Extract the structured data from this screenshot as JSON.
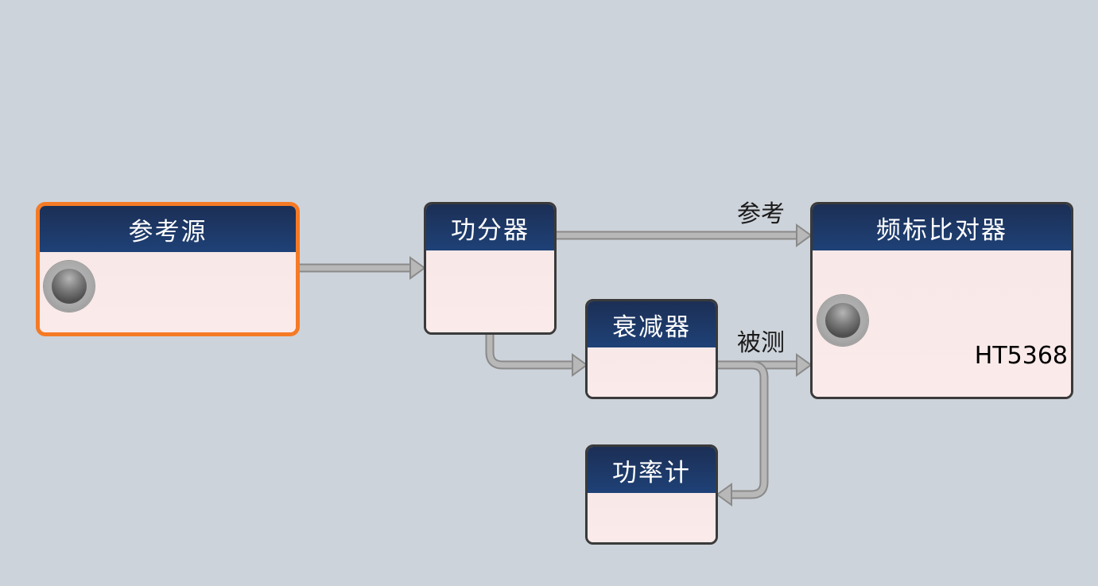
{
  "nodes": {
    "ref_source": {
      "title": "参考源",
      "status_icon": "status-led-icon",
      "selected": true,
      "selection_color": "#f57a25"
    },
    "splitter": {
      "title": "功分器"
    },
    "attenuator": {
      "title": "衰减器"
    },
    "power_meter": {
      "title": "功率计"
    },
    "comparator": {
      "title": "频标比对器",
      "model": "HT5368",
      "status_icon": "status-led-icon"
    }
  },
  "edges": {
    "ref_label": "参考",
    "test_label": "被测"
  },
  "colors": {
    "background": "#cdd3da",
    "header_dark": "#1c2f55",
    "header_light": "#1e4177",
    "node_body": "#f9e8e8",
    "wire": "#b4b4b4",
    "wire_outline": "#8a8a8a",
    "selection": "#f57a25"
  }
}
